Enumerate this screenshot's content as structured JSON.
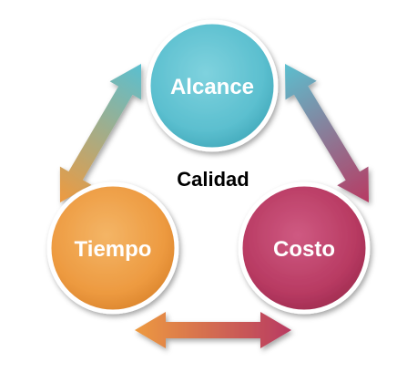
{
  "diagram": {
    "center_label": "Calidad",
    "nodes": {
      "alcance": {
        "label": "Alcance",
        "color": "#5bbfcf",
        "color_light": "#7fd2de",
        "color_dark": "#3fa6b8"
      },
      "tiempo": {
        "label": "Tiempo",
        "color": "#ed9a40",
        "color_light": "#f4b566",
        "color_dark": "#d9822a"
      },
      "costo": {
        "label": "Costo",
        "color": "#b83a62",
        "color_light": "#cf5a82",
        "color_dark": "#9c2a4e"
      }
    },
    "arrows": [
      {
        "name": "alcance-tiempo-arrow",
        "from": "alcance",
        "to": "tiempo"
      },
      {
        "name": "alcance-costo-arrow",
        "from": "alcance",
        "to": "costo"
      },
      {
        "name": "tiempo-costo-arrow",
        "from": "tiempo",
        "to": "costo"
      }
    ]
  }
}
